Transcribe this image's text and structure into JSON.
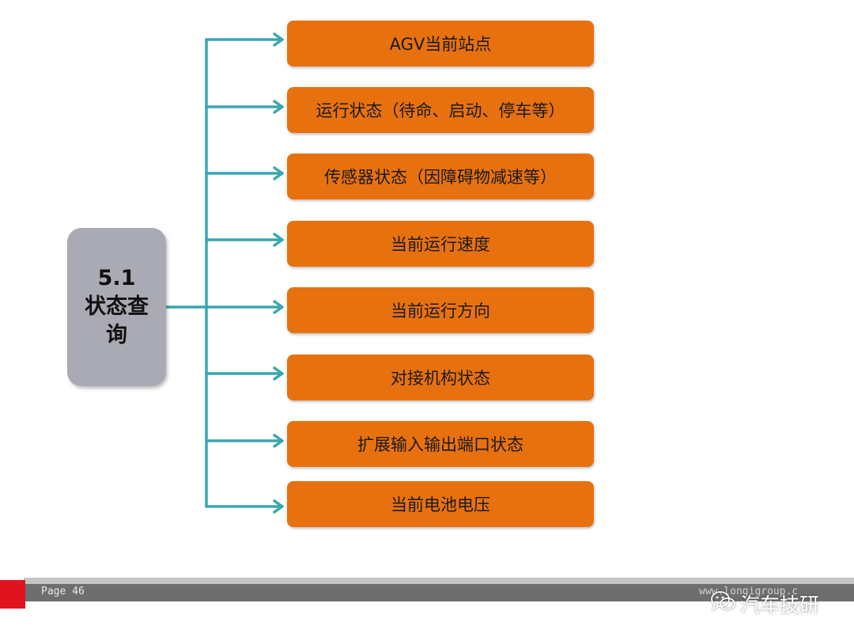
{
  "root": {
    "lines": [
      "5.1",
      "状态查",
      "询"
    ]
  },
  "items": [
    {
      "label": "AGV当前站点"
    },
    {
      "label": "运行状态（待命、启动、停车等）"
    },
    {
      "label": "传感器状态（因障碍物减速等）"
    },
    {
      "label": "当前运行速度"
    },
    {
      "label": "当前运行方向"
    },
    {
      "label": "对接机构状态"
    },
    {
      "label": "扩展输入输出端口状态"
    },
    {
      "label": "当前电池电压"
    }
  ],
  "footer": {
    "page": "Page 46",
    "site": "www.longigroup.c",
    "watermark": "汽车技研"
  },
  "colors": {
    "item_fill": "#e8710f",
    "root_fill": "#a9aab3",
    "connector": "#3aa6b0",
    "footer_bar": "#6e6e6e",
    "accent_red": "#e0141e"
  },
  "icons": {
    "watermark": "wechat-icon"
  }
}
